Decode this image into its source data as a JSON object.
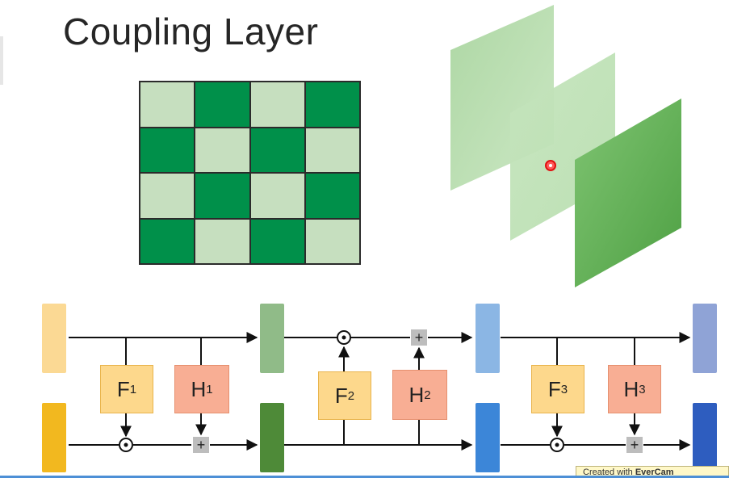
{
  "title": "Coupling Layer",
  "checkerboard": {
    "light": "#c6dfbf",
    "dark": "#00904a",
    "rows": [
      [
        "light",
        "dark",
        "light",
        "dark"
      ],
      [
        "dark",
        "light",
        "dark",
        "light"
      ],
      [
        "light",
        "dark",
        "light",
        "dark"
      ],
      [
        "dark",
        "light",
        "dark",
        "light"
      ]
    ]
  },
  "functions": [
    {
      "letter": "F",
      "sub": "1",
      "color": "#fdd88c"
    },
    {
      "letter": "H",
      "sub": "1",
      "color": "#f8ae94"
    },
    {
      "letter": "F",
      "sub": "2",
      "color": "#fdd88c"
    },
    {
      "letter": "H",
      "sub": "2",
      "color": "#f8ae94"
    },
    {
      "letter": "F",
      "sub": "3",
      "color": "#fdd88c"
    },
    {
      "letter": "H",
      "sub": "3",
      "color": "#f8ae94"
    }
  ],
  "operators": {
    "add": "+",
    "multiply": "⊙"
  },
  "watermark": {
    "prefix": "Created with",
    "brand": "EverCam"
  },
  "colors": {
    "yellow_light": "#fbd994",
    "yellow_dark": "#f2b81f",
    "green_light": "#90bb88",
    "green_dark": "#4e8a38",
    "blue_light": "#8bb6e4",
    "blue_mid": "#3c86d8",
    "navy_light": "#8fa3d6",
    "navy_dark": "#2e5dbf",
    "plane_light": "#b5dcab",
    "plane_mid": "#c8e8c0",
    "plane_dark": "#62b354"
  }
}
